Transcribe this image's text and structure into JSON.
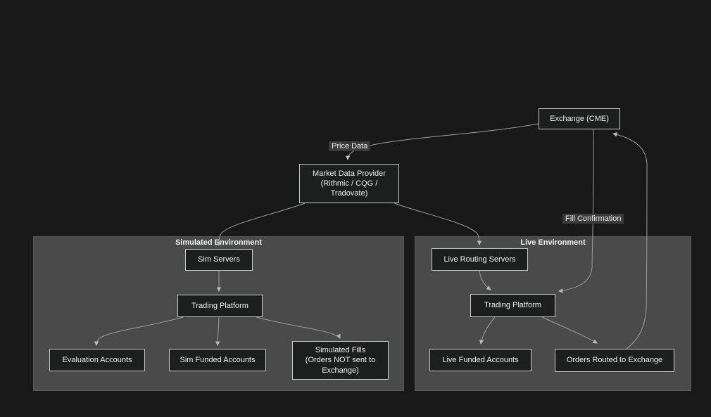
{
  "diagram": {
    "type": "flowchart",
    "theme": "dark",
    "colors": {
      "background": "#181818",
      "subgraph_fill": "#4a4a4a",
      "node_fill": "#1d1f1f",
      "node_border": "#c9c9c9",
      "node_text": "#f0f0f0",
      "edge_stroke": "#9e9e9e",
      "edge_label_bg": "#3b3b3b"
    },
    "subgraphs": {
      "simulated": {
        "title": "Simulated Environment"
      },
      "live": {
        "title": "Live Environment"
      }
    },
    "nodes": {
      "exchange": "Exchange (CME)",
      "market_data_provider": "Market Data Provider\n(Rithmic / CQG /\nTradovate)",
      "sim_servers": "Sim Servers",
      "trading_platform_sim": "Trading Platform",
      "evaluation_accounts": "Evaluation Accounts",
      "sim_funded_accounts": "Sim Funded Accounts",
      "simulated_fills": "Simulated Fills\n(Orders NOT sent to\nExchange)",
      "live_routing_servers": "Live Routing Servers",
      "trading_platform_live": "Trading Platform",
      "live_funded_accounts": "Live Funded Accounts",
      "orders_routed": "Orders Routed to Exchange"
    },
    "edge_labels": {
      "price_data": "Price Data",
      "fill_confirmation": "Fill Confirmation"
    },
    "edges": [
      {
        "from": "Exchange (CME)",
        "to": "Market Data Provider (Rithmic / CQG / Tradovate)",
        "label": "Price Data"
      },
      {
        "from": "Market Data Provider (Rithmic / CQG / Tradovate)",
        "to": "Sim Servers",
        "label": ""
      },
      {
        "from": "Market Data Provider (Rithmic / CQG / Tradovate)",
        "to": "Live Routing Servers",
        "label": ""
      },
      {
        "from": "Sim Servers",
        "to": "Trading Platform (Simulated Environment)",
        "label": ""
      },
      {
        "from": "Trading Platform (Simulated Environment)",
        "to": "Evaluation Accounts",
        "label": ""
      },
      {
        "from": "Trading Platform (Simulated Environment)",
        "to": "Sim Funded Accounts",
        "label": ""
      },
      {
        "from": "Trading Platform (Simulated Environment)",
        "to": "Simulated Fills (Orders NOT sent to Exchange)",
        "label": ""
      },
      {
        "from": "Live Routing Servers",
        "to": "Trading Platform (Live Environment)",
        "label": ""
      },
      {
        "from": "Exchange (CME)",
        "to": "Trading Platform (Live Environment)",
        "label": "Fill Confirmation"
      },
      {
        "from": "Trading Platform (Live Environment)",
        "to": "Live Funded Accounts",
        "label": ""
      },
      {
        "from": "Trading Platform (Live Environment)",
        "to": "Orders Routed to Exchange",
        "label": ""
      },
      {
        "from": "Orders Routed to Exchange",
        "to": "Exchange (CME)",
        "label": ""
      }
    ]
  }
}
